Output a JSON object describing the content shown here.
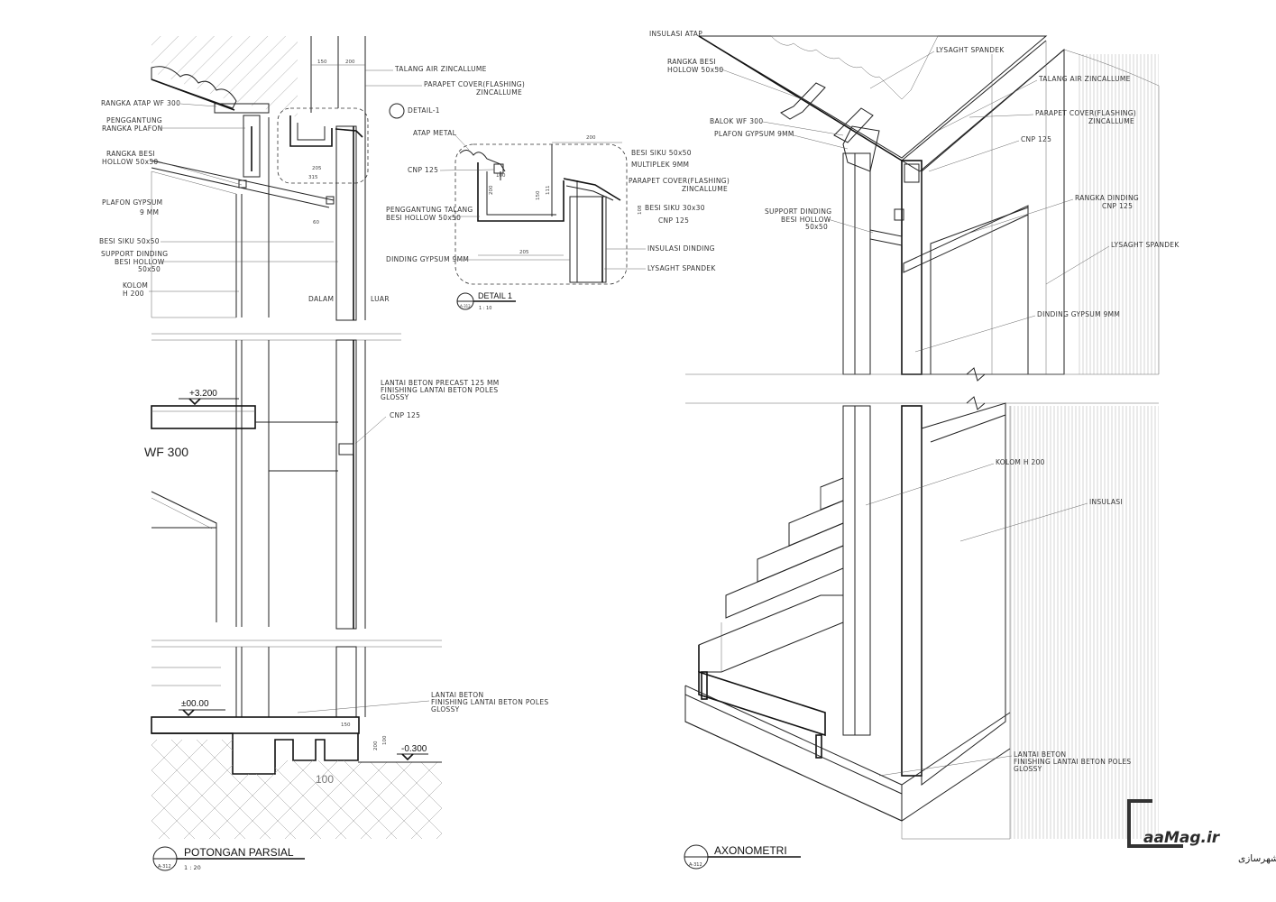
{
  "partial_section": {
    "labels": {
      "talang_air": "TALANG AIR ZINCALLUME",
      "parapet_cover_1": "PARAPET COVER(FLASHING)",
      "parapet_cover_2": "ZINCALLUME",
      "detail_ref": "DETAIL-1",
      "rangka_atap": "RANGKA ATAP WF 300",
      "penggantung_1": "PENGGANTUNG",
      "penggantung_2": "RANGKA PLAFON",
      "rangka_besi_1": "RANGKA BESI",
      "rangka_besi_2": "HOLLOW 50x50",
      "plafon_1": "PLAFON GYPSUM",
      "plafon_2": "9 MM",
      "besi_siku": "BESI SIKU 50x50",
      "support_1": "SUPPORT DINDING",
      "support_2": "BESI HOLLOW",
      "support_3": "50x50",
      "kolom_1": "KOLOM",
      "kolom_2": "H 200",
      "dalam": "DALAM",
      "luar": "LUAR",
      "lantai_precast_1": "LANTAI BETON PRECAST 125 MM",
      "lantai_precast_2": "FINISHING LANTAI BETON POLES",
      "lantai_precast_3": "GLOSSY",
      "cnp": "CNP 125",
      "lantai_beton_1": "LANTAI BETON",
      "lantai_beton_2": "FINISHING LANTAI BETON POLES",
      "lantai_beton_3": "GLOSSY",
      "wf300": "WF 300",
      "level_upper": "+3.200",
      "level_ground": "±00.00",
      "level_lower": "-0.300"
    },
    "dims": {
      "d150": "150",
      "d200": "200",
      "d315": "315",
      "d205": "205",
      "d60": "60",
      "d150b": "150",
      "d200b": "200",
      "d100": "100",
      "d100big": "100"
    },
    "title": "POTONGAN PARSIAL",
    "scale": "1 : 20",
    "sheet_ref": "A-312"
  },
  "detail_1": {
    "labels": {
      "atap_metal": "ATAP METAL",
      "besi_siku": "BESI SIKU 50x50",
      "multiplek": "MULTIPLEK 9MM",
      "cnp": "CNP 125",
      "parapet_1": "PARAPET COVER(FLASHING)",
      "parapet_2": "ZINCALLUME",
      "penggantung_1": "PENGGANTUNG TALANG",
      "penggantung_2": "BESI HOLLOW 50x50",
      "besi_siku_30": "BESI SIKU 30x30",
      "cnp2": "CNP 125",
      "insulasi": "INSULASI DINDING",
      "dinding": "DINDING GYPSUM 9MM",
      "lysaght": "LYSAGHT SPANDEK"
    },
    "dims": {
      "d200": "200",
      "d100": "100",
      "d200v": "200",
      "d150v": "150",
      "d111": "111",
      "d205": "205",
      "d108": "108"
    },
    "title": "DETAIL 1",
    "scale": "1 : 10",
    "sheet_ref": "A-312"
  },
  "axonometric": {
    "labels": {
      "insulasi_atap": "INSULASI ATAP",
      "rangka_besi_1": "RANGKA BESI",
      "rangka_besi_2": "HOLLOW 50x50",
      "lysaght_top": "LYSAGHT SPANDEK",
      "talang": "TALANG AIR ZINCALLUME",
      "parapet_1": "PARAPET COVER(FLASHING)",
      "parapet_2": "ZINCALLUME",
      "balok": "BALOK WF 300",
      "plafon": "PLAFON GYPSUM 9MM",
      "cnp": "CNP 125",
      "rangka_dinding_1": "RANGKA DINDING",
      "rangka_dinding_2": "CNP 125",
      "support_1": "SUPPORT DINDING",
      "support_2": "BESI HOLLOW",
      "support_3": "50x50",
      "lysaght_mid": "LYSAGHT SPANDEK",
      "dinding": "DINDING GYPSUM 9MM",
      "kolom": "KOLOM H 200",
      "insulasi": "INSULASI",
      "lantai_1": "LANTAI BETON",
      "lantai_2": "FINISHING LANTAI BETON POLES",
      "lantai_3": "GLOSSY"
    },
    "title": "AXONOMETRI",
    "sheet_ref": "A-312"
  },
  "watermark": {
    "logo_text": "aaMag.ir",
    "subtitle": "مجله آنلاین معماری و شهرسازی"
  }
}
